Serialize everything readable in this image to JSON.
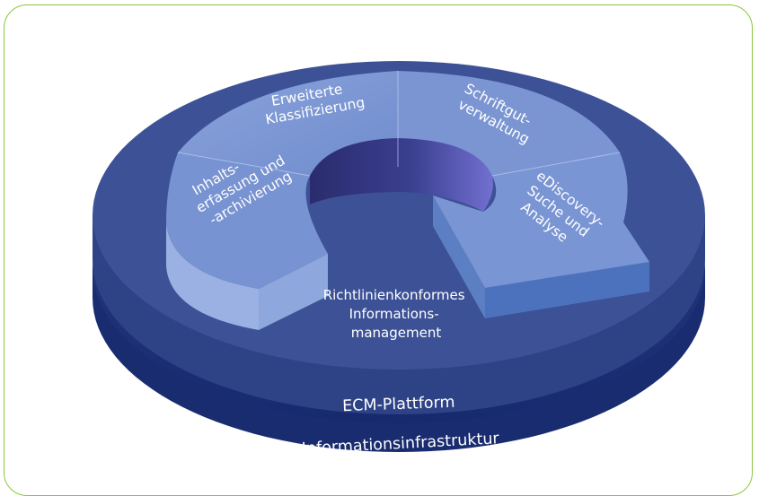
{
  "diagram": {
    "segments": {
      "top_left": [
        "Erweiterte",
        "Klassifizierung"
      ],
      "top_right": [
        "Schriftgut-",
        "verwaltung"
      ],
      "left": [
        "Inhalts-",
        "erfassung und",
        "-archivierung"
      ],
      "right": [
        "eDiscovery-",
        "Suche und",
        "Analyse"
      ]
    },
    "center": [
      "Richtlinienkonformes",
      "Informations-",
      "management"
    ],
    "platform_label": "ECM-Plattform",
    "infrastructure_label": "Informationsinfrastruktur",
    "colors": {
      "frame_border": "#8cc63f",
      "infrastructure_disk": "#1f3580",
      "platform_disk": "#3b4f95",
      "ring_top": "#7b96d4",
      "ring_side": "#5478bf",
      "hole": "#2d2f78"
    }
  }
}
